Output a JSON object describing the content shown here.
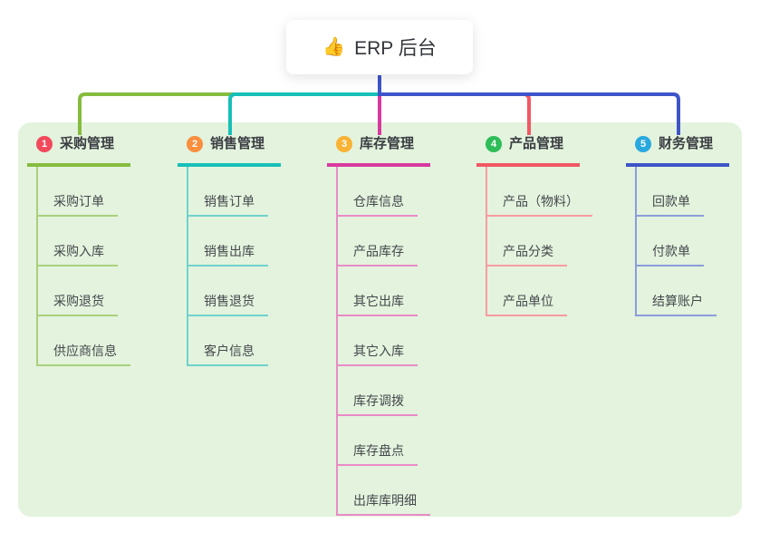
{
  "root": {
    "icon_glyph": "👍",
    "label": "ERP 后台"
  },
  "colors": {
    "panel_background": "#E3F3DD",
    "root_stem": "#3D55C8",
    "branch_text": "#3A3D42",
    "child_text": "#45484D",
    "root_card_background": "#FFFFFF"
  },
  "branches": [
    {
      "num": "1",
      "label": "采购管理",
      "line_color": "#85BC3E",
      "light_color": "#A9D07C",
      "badge_color": "#F2495C",
      "children": [
        "采购订单",
        "采购入库",
        "采购退货",
        "供应商信息"
      ]
    },
    {
      "num": "2",
      "label": "销售管理",
      "line_color": "#17C0B8",
      "light_color": "#6FD2CC",
      "badge_color": "#F98E3D",
      "children": [
        "销售订单",
        "销售出库",
        "销售退货",
        "客户信息"
      ]
    },
    {
      "num": "3",
      "label": "库存管理",
      "line_color": "#D9399F",
      "light_color": "#E98BC7",
      "badge_color": "#F9B234",
      "children": [
        "仓库信息",
        "产品库存",
        "其它出库",
        "其它入库",
        "库存调拨",
        "库存盘点",
        "出库库明细"
      ]
    },
    {
      "num": "4",
      "label": "产品管理",
      "line_color": "#F25763",
      "light_color": "#F79BA1",
      "badge_color": "#2EBD59",
      "children": [
        "产品（物料）",
        "产品分类",
        "产品单位"
      ]
    },
    {
      "num": "5",
      "label": "财务管理",
      "line_color": "#3D55C8",
      "light_color": "#8C9CDB",
      "badge_color": "#29A8DF",
      "children": [
        "回款单",
        "付款单",
        "结算账户"
      ]
    }
  ]
}
